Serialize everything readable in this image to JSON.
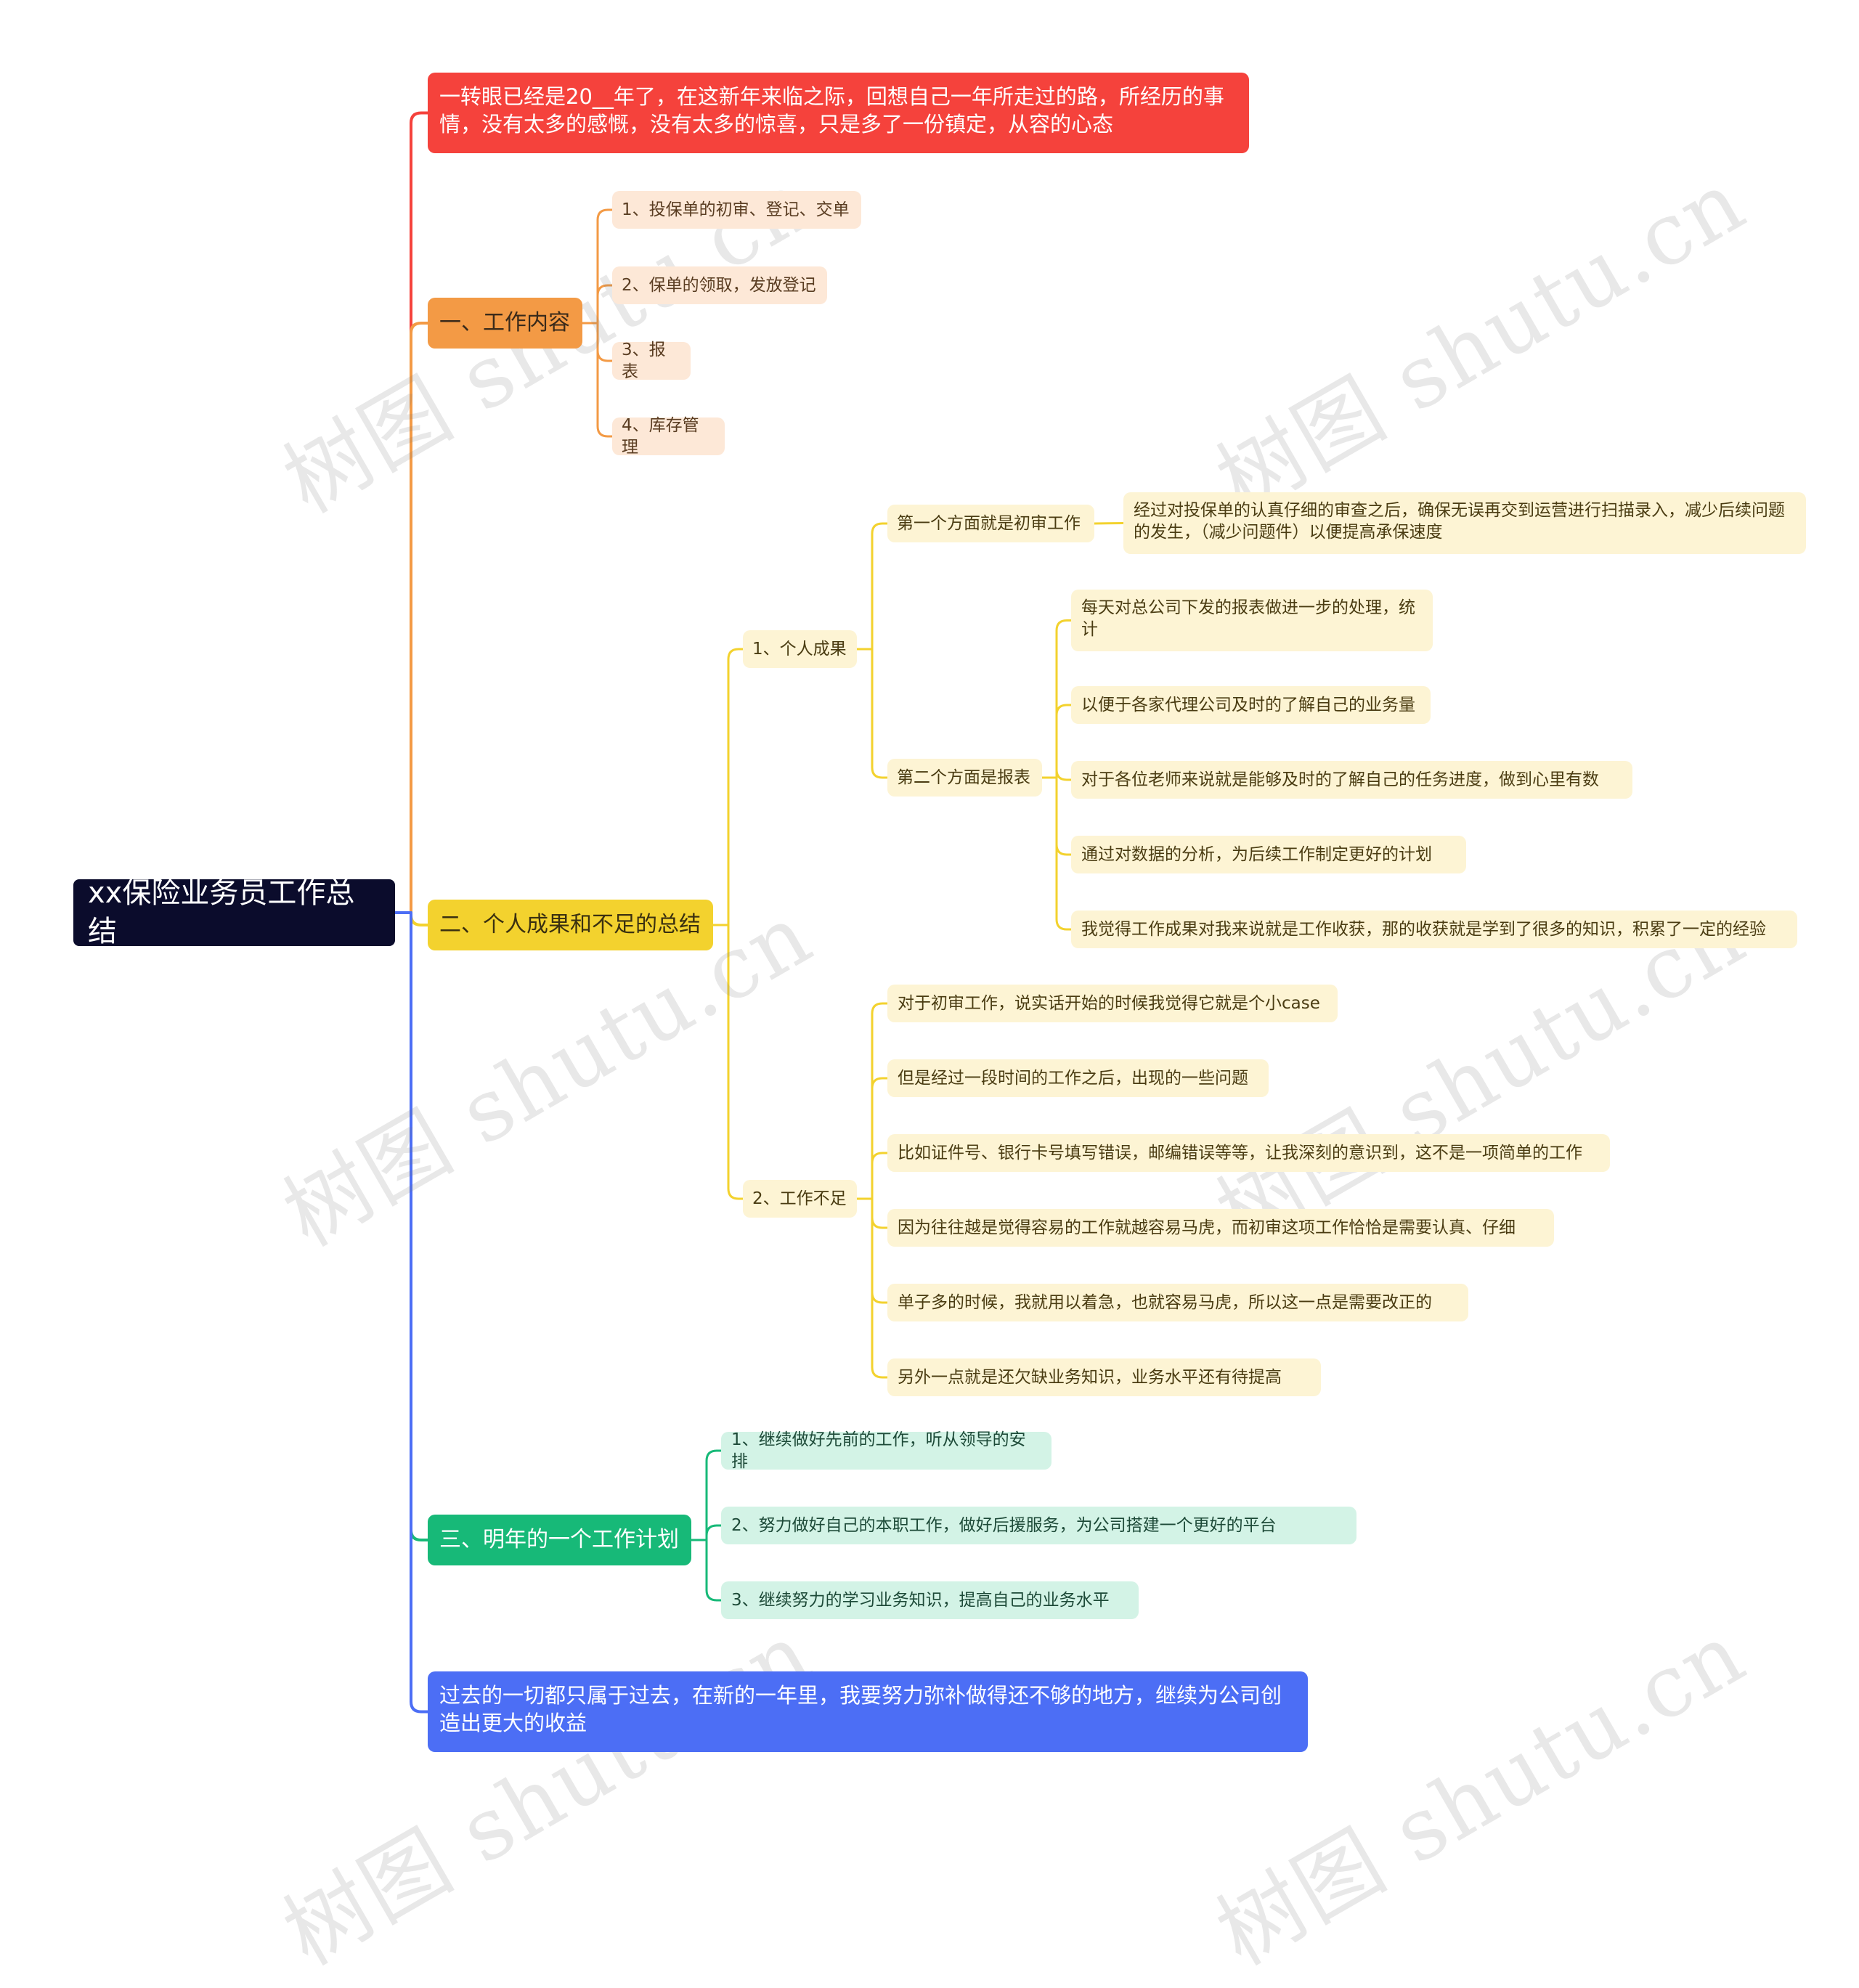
{
  "watermark": "树图 shutu.cn",
  "root": {
    "text": "xx保险业务员工作总结",
    "color": "#0b0c2c"
  },
  "branches": [
    {
      "id": "intro",
      "text": "一转眼已经是20__年了，在这新年来临之际，回想自己一年所走过的路，所经历的事情，没有太多的感慨，没有太多的惊喜，只是多了一份镇定，从容的心态",
      "color": "#f5423c",
      "children": []
    },
    {
      "id": "work",
      "text": "一、工作内容",
      "color": "#f39a45",
      "child_bg": "#fde8d7",
      "children": [
        {
          "text": "1、投保单的初审、登记、交单"
        },
        {
          "text": "2、保单的领取，发放登记"
        },
        {
          "text": "3、报表"
        },
        {
          "text": "4、库存管理"
        }
      ]
    },
    {
      "id": "summary",
      "text": "二、个人成果和不足的总结",
      "color": "#f3d22e",
      "child_bg": "#fdf4d4",
      "children": [
        {
          "text": "1、个人成果",
          "children": [
            {
              "text": "第一个方面就是初审工作",
              "children": [
                {
                  "text": "经过对投保单的认真仔细的审查之后，确保无误再交到运营进行扫描录入，减少后续问题的发生，（减少问题件）以便提高承保速度"
                }
              ]
            },
            {
              "text": "第二个方面是报表",
              "children": [
                {
                  "text": "每天对总公司下发的报表做进一步的处理，统计"
                },
                {
                  "text": "以便于各家代理公司及时的了解自己的业务量"
                },
                {
                  "text": "对于各位老师来说就是能够及时的了解自己的任务进度，做到心里有数"
                },
                {
                  "text": "通过对数据的分析，为后续工作制定更好的计划"
                },
                {
                  "text": "我觉得工作成果对我来说就是工作收获，那的收获就是学到了很多的知识，积累了一定的经验"
                }
              ]
            }
          ]
        },
        {
          "text": "2、工作不足",
          "children": [
            {
              "text": "对于初审工作，说实话开始的时候我觉得它就是个小case"
            },
            {
              "text": "但是经过一段时间的工作之后，出现的一些问题"
            },
            {
              "text": "比如证件号、银行卡号填写错误，邮编错误等等，让我深刻的意识到，这不是一项简单的工作"
            },
            {
              "text": "因为往往越是觉得容易的工作就越容易马虎，而初审这项工作恰恰是需要认真、仔细"
            },
            {
              "text": "单子多的时候，我就用以着急，也就容易马虎，所以这一点是需要改正的"
            },
            {
              "text": "另外一点就是还欠缺业务知识，业务水平还有待提高"
            }
          ]
        }
      ]
    },
    {
      "id": "plan",
      "text": "三、明年的一个工作计划",
      "color": "#17b978",
      "child_bg": "#d3f3e6",
      "children": [
        {
          "text": "1、继续做好先前的工作，听从领导的安排"
        },
        {
          "text": "2、努力做好自己的本职工作，做好后援服务，为公司搭建一个更好的平台"
        },
        {
          "text": "3、继续努力的学习业务知识，提高自己的业务水平"
        }
      ]
    },
    {
      "id": "outro",
      "text": "过去的一切都只属于过去，在新的一年里，我要努力弥补做得还不够的地方，继续为公司创造出更大的收益",
      "color": "#4c6ef5",
      "children": []
    }
  ]
}
